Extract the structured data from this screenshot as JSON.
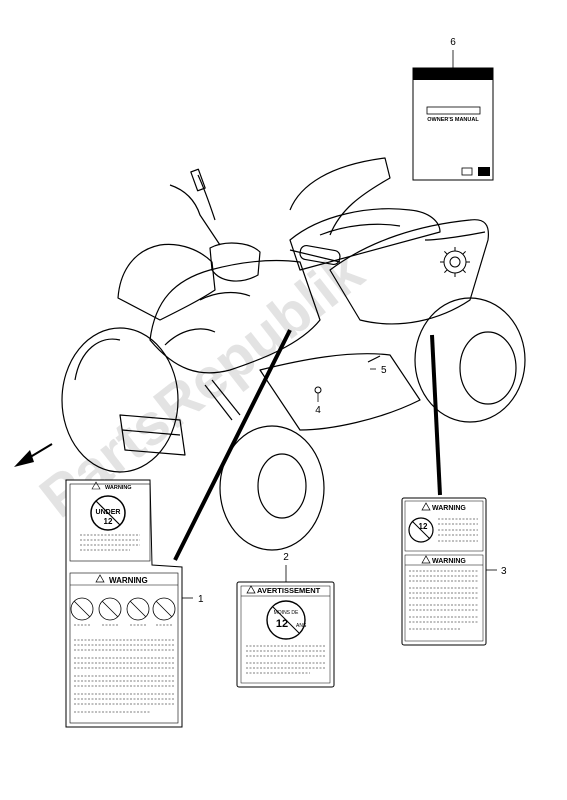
{
  "watermark": "PartsRepublik",
  "callouts": [
    "1",
    "2",
    "3",
    "4",
    "5",
    "6"
  ],
  "manual": {
    "title": "OWNER'S MANUAL"
  },
  "label1": {
    "top_header": "WARNING",
    "badge": "UNDER",
    "badge_age": "12",
    "main_header": "WARNING"
  },
  "label2": {
    "header": "AVERTISSEMENT",
    "circle_line1": "MOINS DE",
    "circle_age": "12",
    "circle_line2": "ANS"
  },
  "label3": {
    "header_top": "WARNING",
    "badge_age": "12",
    "header_bottom": "WARNING"
  },
  "icons": {
    "direction": "front-arrow-icon",
    "gear": "gear-icon"
  }
}
